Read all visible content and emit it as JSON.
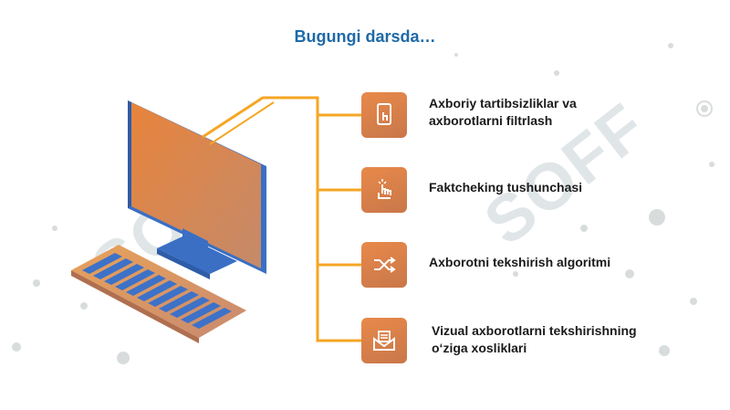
{
  "title": "Bugungi darsda…",
  "watermark": "SOFF",
  "items": [
    {
      "label_line1": "Axboriy tartibsizliklar va",
      "label_line2": "axborotlarni filtrlash",
      "icon": "touch-phone-icon"
    },
    {
      "label_line1": "Faktcheking tushunchasi",
      "label_line2": "",
      "icon": "tap-hand-icon"
    },
    {
      "label_line1": "Axborotni tekshirish algoritmi",
      "label_line2": "",
      "icon": "shuffle-arrows-icon"
    },
    {
      "label_line1": "Vizual axborotlarni tekshirishning",
      "label_line2": "o‘ziga xosliklari",
      "icon": "envelope-letter-icon"
    }
  ],
  "colors": {
    "title": "#1e6aa8",
    "accent": "#f5a623",
    "icon_bg": "#d9844e"
  }
}
